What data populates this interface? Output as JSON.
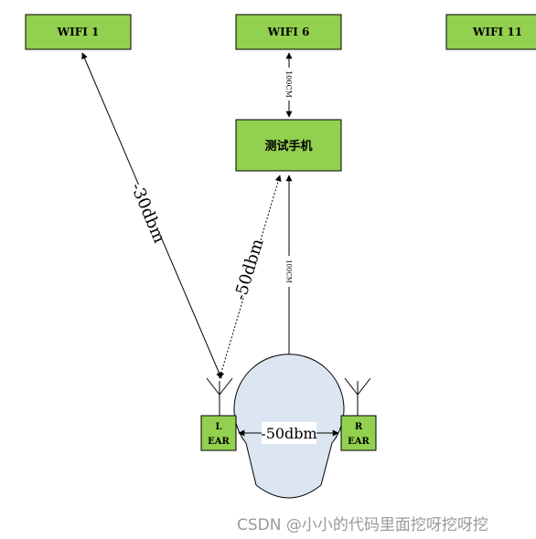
{
  "nodes": {
    "wifi1": "WIFI 1",
    "wifi6": "WIFI 6",
    "wifi11": "WIFI 11",
    "phone": "测试手机",
    "left_ear_line1": "L",
    "left_ear_line2": "EAR",
    "right_ear_line1": "R",
    "right_ear_line2": "EAR"
  },
  "edges": {
    "wifi1_to_left_ear": "-30dbm",
    "phone_to_left_ear": "-50dbm",
    "wifi6_to_phone": "100CM",
    "phone_to_head": "100CM",
    "between_ears": "-50dbm"
  },
  "colors": {
    "box_fill": "#92d050",
    "head_fill": "#dce6f2",
    "stroke": "#000000"
  },
  "watermark": "CSDN @小小的代码里面挖呀挖呀挖"
}
